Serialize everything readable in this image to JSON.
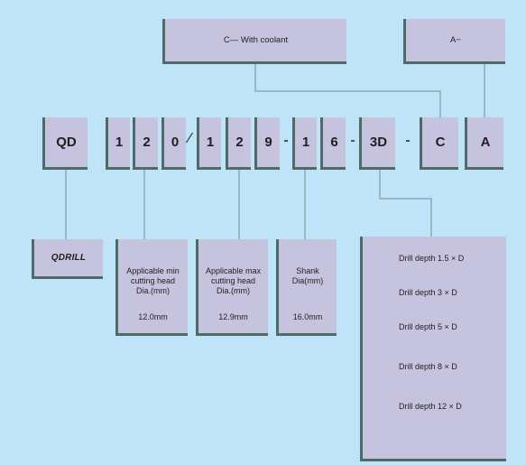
{
  "options": {
    "coolant": "C— With  coolant",
    "a": "A−"
  },
  "code": {
    "qd": "QD",
    "d1": "1",
    "d2": "2",
    "d3": "0",
    "slash": "∕",
    "d4": "1",
    "d5": "2",
    "d6": "9",
    "dash1": "-",
    "d7": "1",
    "d8": "6",
    "dash2": "-",
    "depth": "3D",
    "dash3": "-",
    "c": "C",
    "a": "A"
  },
  "brand": "QDRILL",
  "min_head": {
    "label_line1": "Applicable min",
    "label_line2": "cutting head",
    "label_line3": "Dia.(mm)",
    "value": "12.0mm"
  },
  "max_head": {
    "label_line1": "Applicable max",
    "label_line2": "cutting head",
    "label_line3": "Dia.(mm)",
    "value": "12.9mm"
  },
  "shank": {
    "label_line1": "Shank",
    "label_line2": "Dia(mm)",
    "value": "16.0mm"
  },
  "drill_depths": [
    "Drill depth 1.5 × D",
    "Drill depth 3 × D",
    "Drill depth 5 × D",
    "Drill depth 8 × D",
    "Drill depth 12 × D"
  ],
  "colors": {
    "background": "#bfe4f7",
    "box_fill": "#c6c3df",
    "box_shadow": "#4f6b67",
    "connector": "#7a8a88"
  }
}
